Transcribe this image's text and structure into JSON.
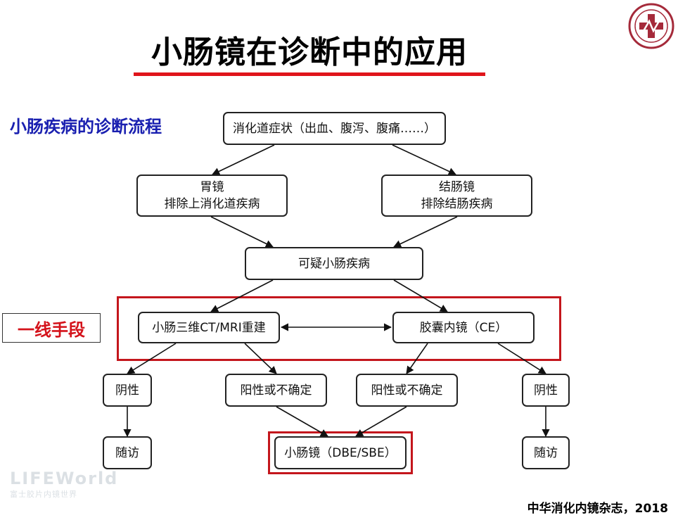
{
  "title": "小肠镜在诊断中的应用",
  "subtitle": "小肠疾病的诊断流程",
  "first_line_label": "一线手段",
  "citation": "中华消化内镜杂志，2018",
  "watermark": {
    "brand": "LIFEWorld",
    "tagline": "富士胶片内镜世界"
  },
  "colors": {
    "accent_red": "#c4161c",
    "subtitle_blue": "#1a20b0",
    "logo_red": "#a52a3a"
  },
  "nodes": {
    "symptoms": "消化道症状（出血、腹泻、腹痛……）",
    "gastroscopy": {
      "line1": "胃镜",
      "line2": "排除上消化道疾病"
    },
    "colonoscopy": {
      "line1": "结肠镜",
      "line2": "排除结肠疾病"
    },
    "suspected": "可疑小肠疾病",
    "ct_mri": "小肠三维CT/MRI重建",
    "capsule": "胶囊内镜（CE）",
    "negative_left": "阴性",
    "positive_left": "阳性或不确定",
    "positive_right": "阳性或不确定",
    "negative_right": "阴性",
    "followup_left": "随访",
    "enteroscopy": "小肠镜（DBE/SBE）",
    "followup_right": "随访"
  }
}
